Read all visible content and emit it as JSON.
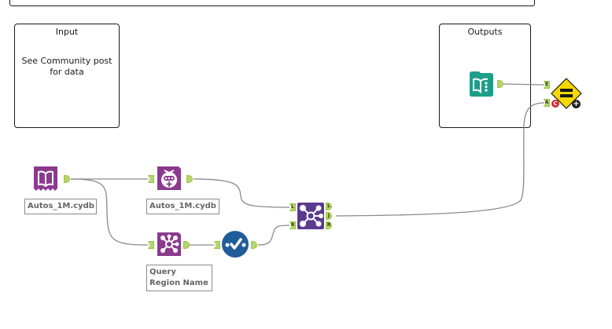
{
  "canvas": {
    "background": "#ffffff",
    "wire_color": "#8a8a8a"
  },
  "containers": {
    "input": {
      "title": "Input",
      "body": "See Community post for data"
    },
    "outputs": {
      "title": "Outputs"
    }
  },
  "tools": {
    "input_data": {
      "icon": "book-open-icon",
      "color": "#8b3a8e",
      "label": "Autos_1M.cydb"
    },
    "calgary_join_input": {
      "icon": "calgary-crosscount-icon",
      "color": "#8b3a8e",
      "label": "Autos_1M.cydb"
    },
    "query_region": {
      "icon": "calgary-join-icon",
      "color": "#8b3a8e",
      "label": "Query Region Name"
    },
    "select_check": {
      "icon": "check-circle-icon",
      "color": "#1f5c99"
    },
    "join": {
      "icon": "join-icon",
      "color": "#5c3a8e",
      "anchors_in": [
        "L",
        "R"
      ],
      "anchors_out": [
        "L",
        "J",
        "R"
      ]
    },
    "expected_data": {
      "icon": "book-dots-icon",
      "color": "#1e9e8a"
    },
    "test_compare": {
      "icon": "equals-diamond-icon",
      "color": "#f5d800",
      "anchors_in": [
        "E",
        "A"
      ],
      "badge_left": "C",
      "badge_left_color": "#d42b2b",
      "badge_right": "+",
      "badge_right_color": "#222222"
    }
  }
}
